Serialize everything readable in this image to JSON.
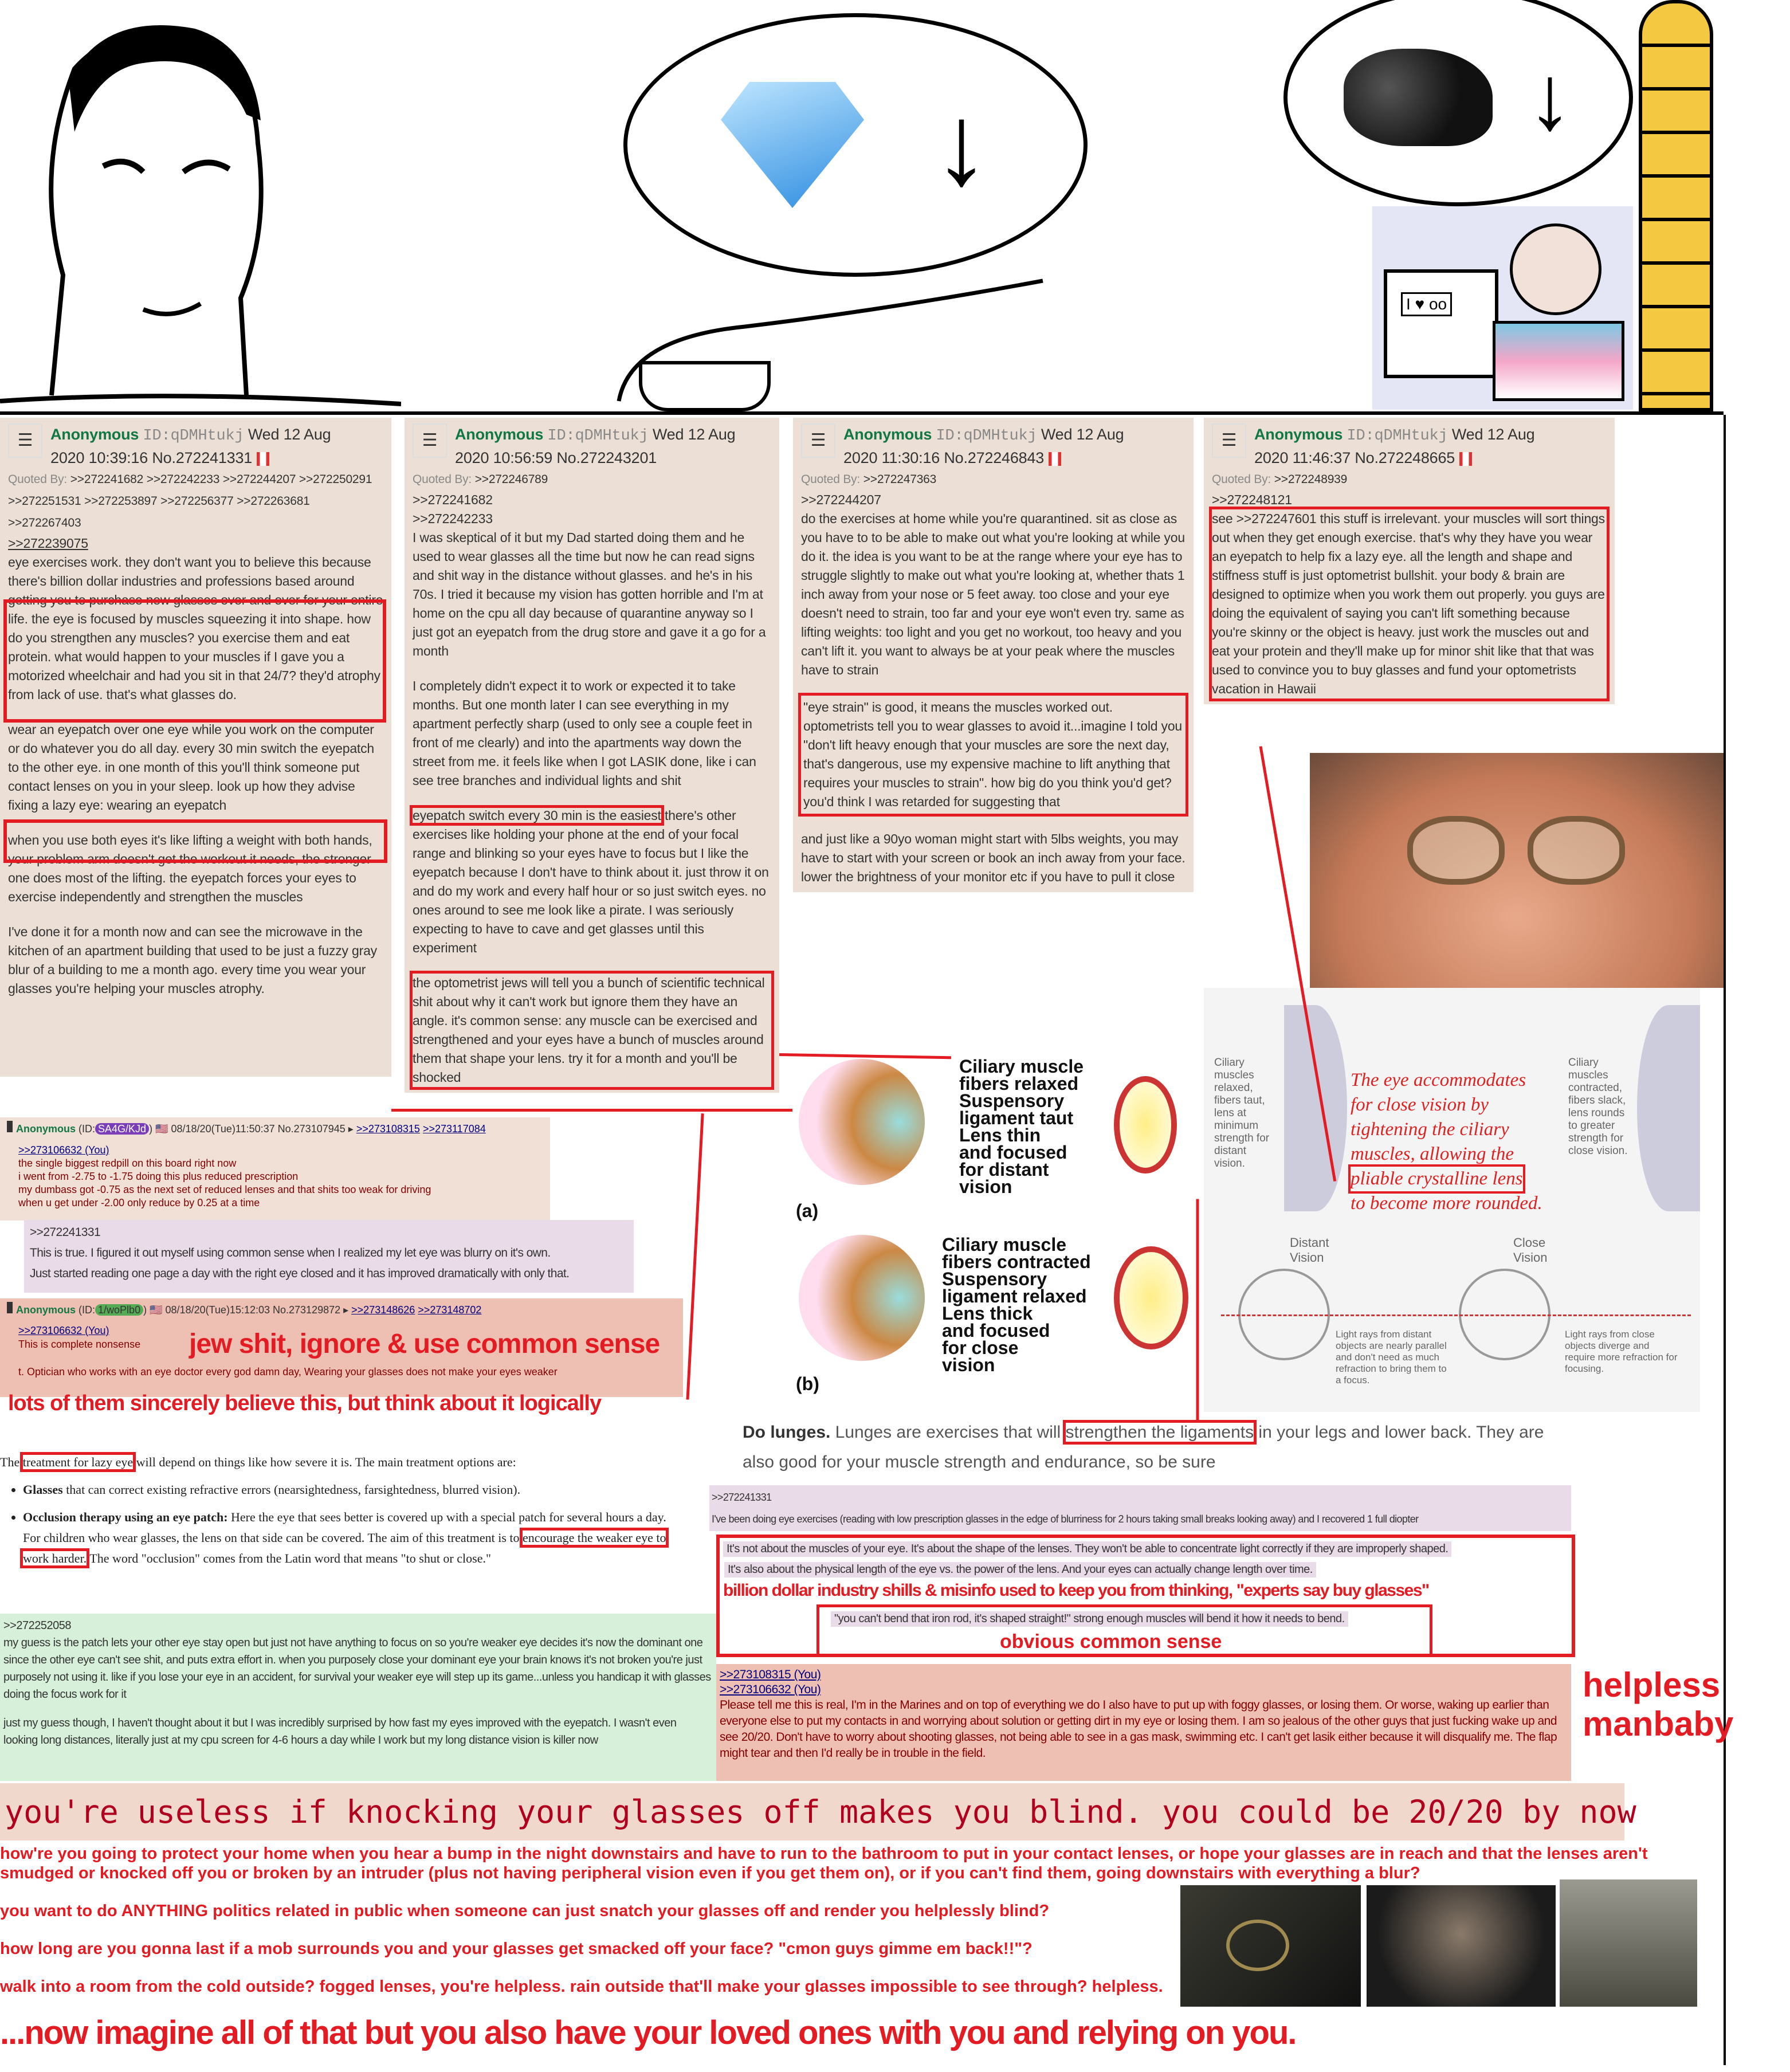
{
  "meme": {
    "bubble_left_icons": [
      "diamond-icon",
      "down-arrow-icon"
    ],
    "bubble_right_icons": [
      "coal-icon",
      "down-arrow-icon"
    ],
    "monitor_sign": "I ♥ oo"
  },
  "posts": [
    {
      "name": "Anonymous",
      "id": "ID:qDMHtukj",
      "date": "Wed 12 Aug",
      "time": "2020 10:39:16 No.272241331",
      "quoted_by_label": "Quoted By:",
      "quoted_by": ">>272241682 >>272242233 >>272244207 >>272250291 >>272251531 >>272253897 >>272256377 >>272263681 >>272267403",
      "reply_to": ">>272239075",
      "paras": [
        "eye exercises work. they don't want you to believe this because there's billion dollar industries and professions based around getting you to purchase new glasses over and over for your entire life. the eye is focused by muscles squeezing it into shape. how do you strengthen any muscles? you exercise them and eat protein. what would happen to your muscles if I gave you a motorized wheelchair and had you sit in that 24/7? they'd atrophy from lack of use. that's what glasses do.",
        "wear an eyepatch over one eye while you work on the computer or do whatever you do all day. every 30 min switch the eyepatch to the other eye. in one month of this you'll think someone put contact lenses on you in your sleep. look up how they advise fixing a lazy eye: wearing an eyepatch",
        "when you use both eyes it's like lifting a weight with both hands, your problem arm doesn't get the workout it needs, the stronger one does most of the lifting. the eyepatch forces your eyes to exercise independently and strengthen the muscles",
        "I've done it for a month now and can see the microwave in the kitchen of an apartment building that used to be just a fuzzy gray blur of a building to me a month ago. every time you wear your glasses you're helping your muscles atrophy."
      ]
    },
    {
      "name": "Anonymous",
      "id": "ID:qDMHtukj",
      "date": "Wed 12 Aug",
      "time": "2020 10:56:59 No.272243201",
      "quoted_by_label": "Quoted By:",
      "quoted_by": ">>272246789",
      "reply_to": ">>272241682",
      "reply_to2": ">>272242233",
      "paras": [
        "I was skeptical of it but my Dad started doing them and he used to wear glasses all the time but now he can read signs and shit way in the distance without glasses. and he's in his 70s. I tried it because my vision has gotten horrible and I'm at home on the cpu all day because of quarantine anyway so I just got an eyepatch from the drug store and gave it a go for a month",
        "I completely didn't expect it to work or expected it to take months. But one month later I can see everything in my apartment perfectly sharp (used to only see a couple feet in front of me clearly) and into the apartments way down the street from me. it feels like when I got LASIK done, like i can see tree branches and individual lights and shit",
        "eyepatch switch every 30 min is the easiest",
        "there's other exercises like holding your phone at the end of your focal range and blinking so your eyes have to focus but I like the eyepatch because I don't have to think about it. just throw it on and do my work and every half hour or so just switch eyes. no ones around to see me look like a pirate. I was seriously expecting to have to cave and get glasses until this experiment",
        "the optometrist jews will tell you a bunch of scientific technical shit about why it can't work but ignore them they have an angle. it's common sense: any muscle can be exercised and strengthened and your eyes have a bunch of muscles around them that shape your lens. try it for a month and you'll be shocked"
      ]
    },
    {
      "name": "Anonymous",
      "id": "ID:qDMHtukj",
      "date": "Wed 12 Aug",
      "time": "2020 11:30:16 No.272246843",
      "quoted_by_label": "Quoted By:",
      "quoted_by": ">>272247363",
      "reply_to": ">>272244207",
      "paras": [
        "do the exercises at home while you're quarantined. sit as close as you have to to be able to make out what you're looking at while you do it. the idea is you want to be at the range where your eye has to struggle slightly to make out what you're looking at, whether thats 1 inch away from your nose or 5 feet away. too close and your eye doesn't need to strain, too far and your eye won't even try. same as lifting weights: too light and you get no workout, too heavy and you can't lift it. you want to always be at your peak where the muscles have to strain",
        "\"eye strain\" is good, it means the muscles worked out. optometrists tell you to wear glasses to avoid it...imagine I told you \"don't lift heavy enough that your muscles are sore the next day, that's dangerous, use my expensive machine to lift anything that requires your muscles to strain\". how big do you think you'd get? you'd think I was retarded for suggesting that",
        "and just like a 90yo woman might start with 5lbs weights, you may have to start with your screen or book an inch away from your face. lower the brightness of your monitor etc if you have to pull it close"
      ]
    },
    {
      "name": "Anonymous",
      "id": "ID:qDMHtukj",
      "date": "Wed 12 Aug",
      "time": "2020 11:46:37 No.272248665",
      "quoted_by_label": "Quoted By:",
      "quoted_by": ">>272248939",
      "reply_to": ">>272248121",
      "paras": [
        "see >>272247601 this stuff is irrelevant. your muscles will sort things out when they get enough exercise. that's why they have you wear an eyepatch to help fix a lazy eye. all the length and shape and stiffness stuff is just optometrist bullshit. your body & brain are designed to optimize when you work them out properly. you guys are doing the equivalent of saying you can't lift something because you're skinny or the object is heavy. just work the muscles out and eat your protein and they'll make up for minor shit like that that was used to convince you to buy glasses and fund your optometrists vacation in Hawaii"
      ]
    }
  ],
  "post_pink": {
    "name": "Anonymous",
    "id_label": "(ID:",
    "id": "SA4G/KJd",
    "meta": "08/18/20(Tue)11:50:37 No.273107945",
    "replies": [
      ">>273108315",
      ">>273117084"
    ],
    "quote": ">>273106632 (You)",
    "lines": [
      "the single biggest redpill on this board right now",
      "i went from -2.75 to -1.75 doing this plus reduced prescription",
      "my dumbass got -0.75 as the next set of reduced lenses and that shits too weak for driving",
      "when u get under -2.00 only reduce by 0.25 at a time"
    ]
  },
  "post_purple1": {
    "quote": ">>272241331",
    "lines": [
      "This is true. I figured it out myself using common sense when I realized my let eye was blurry on it's own.",
      "Just started reading one page a day with the right eye closed and it has improved dramatically with only that."
    ]
  },
  "post_salmon": {
    "name": "Anonymous",
    "id_label": "(ID:",
    "id": "1/woPlb0",
    "meta": "08/18/20(Tue)15:12:03 No.273129872",
    "replies": [
      ">>273148626",
      ">>273148702"
    ],
    "quote": ">>273106632 (You)",
    "line1": "This is complete nonsense",
    "line2": "t. Optician who works with an eye doctor every god damn day, Wearing your glasses does not make your eyes weaker"
  },
  "captions": {
    "jew_shit": "jew shit, ignore & use common sense",
    "lots_of_them": "lots of them sincerely believe this, but think about it logically",
    "billion": "billion dollar industry shills & misinfo used to keep you from thinking, \"experts say buy glasses\"",
    "obvious": "obvious common sense",
    "helpless": "helpless",
    "manbaby": "manbaby",
    "useless": "you're useless if knocking your glasses off makes you blind. you could be 20/20 by now",
    "q1": "how're you going to protect your home when you hear a bump in the night downstairs and have to run to the bathroom to put in your contact lenses, or hope your glasses are in reach and that the lenses aren't smudged or knocked off you or broken by an intruder (plus not having peripheral vision even if you get them on), or if you can't find them, going downstairs with everything a blur?",
    "q2": "you want to do ANYTHING politics related in public when someone can just snatch your glasses off and render you helplessly blind?",
    "q3": "how long are you gonna last if a mob surrounds you and your glasses get smacked off your face? \"cmon guys gimme em back!!\"?",
    "q4": "walk into a room from the cold outside? fogged lenses, you're helpless. rain outside that'll make your glasses impossible to see through? helpless.",
    "final": "...now imagine all of that but you also have your loved ones with you and relying on you."
  },
  "wiki": {
    "p1a": "The ",
    "p1b": "treatment for lazy eye",
    "p1c": " will depend on things like how severe it is. The main treatment options are:",
    "b1a": "Glasses",
    "b1b": " that can correct existing refractive errors (nearsightedness, farsightedness, blurred vision).",
    "b2a": "Occlusion therapy using an eye patch:",
    "b2b": " Here the eye that sees better is covered up with a special patch for several hours a day. For children who wear glasses, the lens on that side can be covered. The aim of this treatment is to ",
    "b2c": "encourage the weaker eye to work harder.",
    "b2d": " The word \"occlusion\" comes from the Latin word that means \"to shut or close.\""
  },
  "post_green": {
    "quote": ">>272252058",
    "p1": "my guess is the patch lets your other eye stay open but just not have anything to focus on so you're weaker eye decides it's now the dominant one since the other eye can't see shit, and puts extra effort in. when you purposely close your dominant eye your brain knows it's not broken you're just purposely not using it. like if you lose your eye in an accident, for survival your weaker eye will step up its game...unless you handicap it with glasses doing the focus work for it",
    "p2": "just my guess though, I haven't thought about it but I was incredibly surprised by how fast my eyes improved with the eyepatch. I wasn't even looking long distances, literally just at my cpu screen for 4-6 hours a day while I work but my long distance vision is killer now"
  },
  "lunges": {
    "a": "Do lunges.",
    "b": " Lunges are exercises that will ",
    "c": "strengthen the ligaments",
    "d": " in your legs and lower back. They are also good for your muscle strength and endurance, so be sure"
  },
  "post_purple2": {
    "quote": ">>272241331",
    "line": "I've been doing eye exercises (reading with low prescription glasses in the edge of blurriness for 2 hours taking small breaks looking away) and I recovered 1 full diopter"
  },
  "quotes_box": {
    "l1": "It's not about the muscles of your eye. It's about the shape of the lenses. They won't be able to concentrate light correctly if they are improperly shaped.",
    "l2": "It's also about the physical length of the eye vs. the power of the lens. And your eyes can actually change length over time.",
    "l3": "\"you can't bend that iron rod, it's shaped straight!\" strong enough muscles will bend it how it needs to bend."
  },
  "post_marines": {
    "q1": ">>273108315 (You)",
    "q2": ">>273106632 (You)",
    "text": "Please tell me this is real, I'm in the Marines and on top of everything we do I also have to put up with foggy glasses, or losing them. Or worse, waking up earlier than everyone else to put my contacts in and worrying about solution or getting dirt in my eye or losing them. I am so jealous of the other guys that just fucking wake up and see 20/20. Don't have to worry about shooting glasses, not being able to see in a gas mask, swimming etc. I can't get lasik either because it will disqualify me. The flap might tear and then I'd really be in trouble in the field."
  },
  "eye_diagram": {
    "a_label": "(a)",
    "b_label": "(b)",
    "a": [
      "Ciliary muscle",
      "fibers relaxed",
      "Suspensory",
      "ligament taut",
      "Lens thin",
      "and focused",
      "for distant",
      "vision"
    ],
    "b": [
      "Ciliary muscle",
      "fibers contracted",
      "Suspensory",
      "ligament relaxed",
      "Lens thick",
      "and focused",
      "for close",
      "vision"
    ]
  },
  "accommodation": {
    "left": "Ciliary muscles relaxed, fibers taut, lens at minimum strength for distant vision.",
    "right": "Ciliary muscles contracted, fibers slack, lens rounds to greater strength for close vision.",
    "center": [
      "The eye accommodates",
      "for close vision by",
      "tightening the ciliary",
      "muscles, allowing the",
      "pliable crystalline lens",
      "to become more rounded."
    ],
    "distant": "Distant Vision",
    "close": "Close Vision",
    "distant_note": "Light rays from distant objects are nearly parallel and don't need as much refraction to bring them to a focus.",
    "close_note": "Light rays from close objects diverge and require more refraction for focusing."
  },
  "colors": {
    "red": "#e31b23",
    "post_bg": "#ece0d6",
    "green_name": "#117743",
    "pink": "#f0e0d6",
    "salmon": "#eec0b4",
    "purple": "#eadbe8",
    "green_bg": "#d6f0da"
  }
}
